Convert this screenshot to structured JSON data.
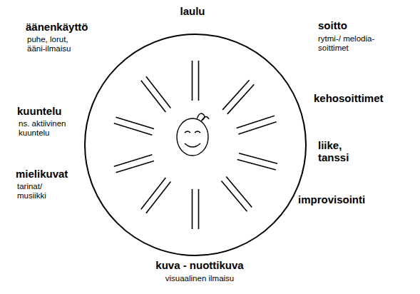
{
  "diagram": {
    "labels": [
      "laulu",
      "äänenkäyttö",
      "puhe, lorut, ääni-ilmaisu",
      "soitto",
      "rytmi-/ melodia- soittimet",
      "kehosoittimet",
      "kuuntelu",
      "ns. aktiivinen kuuntelu",
      "liike, tanssi",
      "mielikuvat",
      "tarinat/ musiikki",
      "improvisointi",
      "kuva - nuottikuva",
      "visuaalinen ilmaisu"
    ]
  }
}
